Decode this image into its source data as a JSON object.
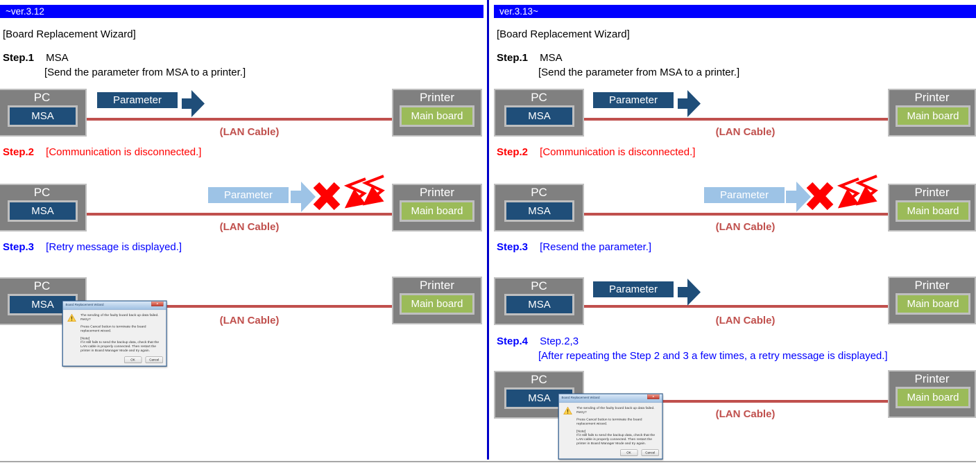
{
  "left": {
    "version": "~ver.3.12",
    "wizard_title": "[Board Replacement Wizard]",
    "step1_label": "Step.1",
    "step1_text": "MSA",
    "step1_text2": "[Send the parameter from MSA to a printer.]",
    "step2_label": "Step.2",
    "step2_text": "[Communication is disconnected.]",
    "step3_label": "Step.3",
    "step3_text": "[Retry message is displayed.]"
  },
  "right": {
    "version": "ver.3.13~",
    "wizard_title": "[Board Replacement Wizard]",
    "step1_label": "Step.1",
    "step1_text": "MSA",
    "step1_text2": "[Send the parameter from MSA to a printer.]",
    "step2_label": "Step.2",
    "step2_text": "[Communication is disconnected.]",
    "step3_label": "Step.3",
    "step3_text": "[Resend the parameter.]",
    "step4_label": "Step.4",
    "step4_text": "Step.2,3",
    "step4_text2": "[After repeating the Step 2 and 3 a few times, a retry message is displayed.]"
  },
  "shared": {
    "pc": "PC",
    "msa": "MSA",
    "printer": "Printer",
    "main_board": "Main board",
    "parameter": "Parameter",
    "lan_cable": "(LAN Cable)"
  },
  "dialog": {
    "title": "Board Replacement Wizard",
    "close_glyph": "✕",
    "message1": "The sending of the faulty board back up data failed. Retry?",
    "message2": "Press Cancel button to terminate the board replacement wizard.",
    "note_label": "[Note]",
    "note_text": "If it still fails to send the backup data, check that the LAN cable is properly connected. Then restart the printer in Board Manager Mode and try again.",
    "ok_label": "OK",
    "cancel_label": "Cancel"
  },
  "colors": {
    "header_bg": "#0000FF",
    "divider_blue": "#0000C8",
    "step_red": "#FF0000",
    "step_blue": "#0000FF",
    "dark_blue": "#1F4E79",
    "light_blue": "#9DC3E6",
    "box_gray": "#808080",
    "box_border": "#BFBFBF",
    "mainboard_green": "#9BBB59",
    "cable_red": "#C0504D",
    "error_red": "#FF0000"
  }
}
